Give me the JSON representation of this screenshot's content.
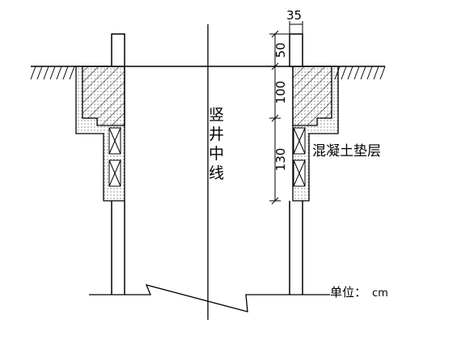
{
  "labels": {
    "shaft_center": [
      "竖",
      "井",
      "中",
      "线"
    ],
    "concrete_cushion": "混凝土垫层",
    "unit_label": "单位：",
    "unit_value": "cm"
  },
  "dimensions": {
    "top_width": "35",
    "d1": "50",
    "d2": "100",
    "d3": "130"
  }
}
